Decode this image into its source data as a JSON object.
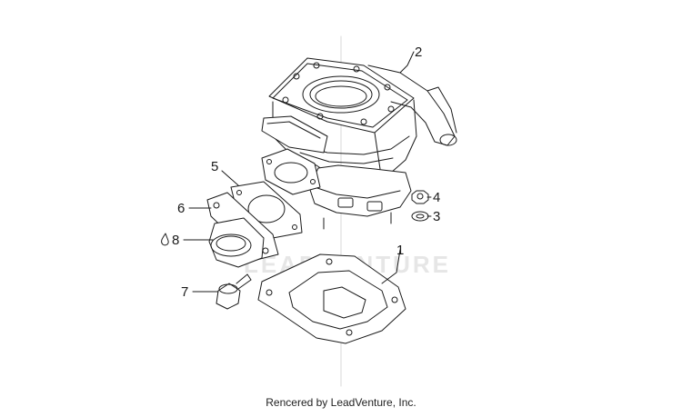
{
  "callouts": {
    "c1": "1",
    "c2": "2",
    "c3": "3",
    "c4": "4",
    "c5": "5",
    "c6": "6",
    "c7": "7",
    "c8": "8"
  },
  "watermark": "LEADVENTURE",
  "footer": "Rencered by LeadVenture, Inc.",
  "colors": {
    "line": "#1a1a1a",
    "watermark": "#e6e6e6",
    "background": "#ffffff"
  }
}
